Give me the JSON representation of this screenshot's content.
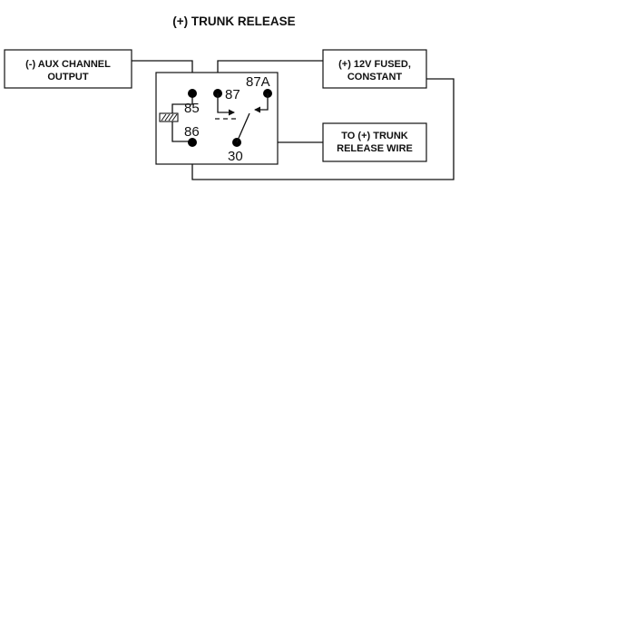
{
  "title": "(+) TRUNK RELEASE",
  "boxes": {
    "aux_line1": "(-) AUX CHANNEL",
    "aux_line2": "OUTPUT",
    "power_line1": "(+) 12V FUSED,",
    "power_line2": "CONSTANT",
    "trunk_line1": "TO (+) TRUNK",
    "trunk_line2": "RELEASE WIRE"
  },
  "relay": {
    "pins": {
      "p85": "85",
      "p86": "86",
      "p87": "87",
      "p87a": "87A",
      "p30": "30"
    }
  },
  "colors": {
    "line": "#111111",
    "terminal": "#000000"
  }
}
